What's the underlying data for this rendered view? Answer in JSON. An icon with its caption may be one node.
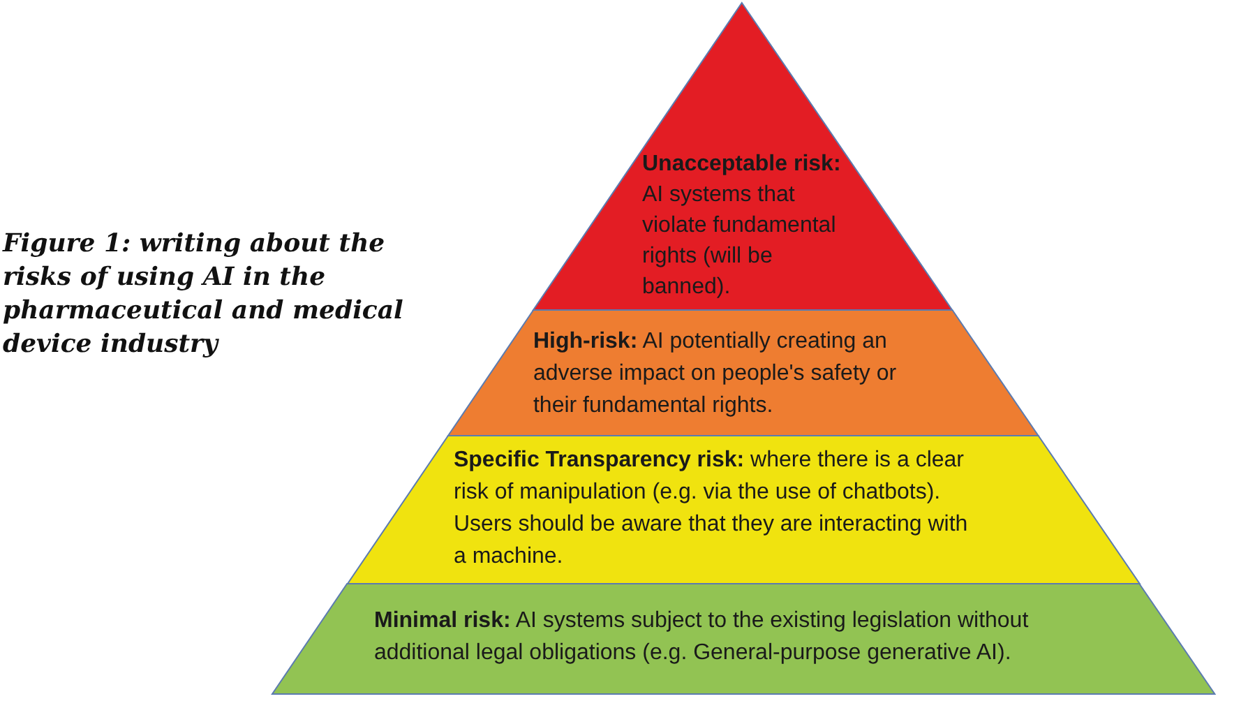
{
  "diagram": {
    "caption": "Figure 1: writing about the risks of using AI in the pharmaceutical and medical device industry",
    "nodes": [
      {
        "text": [
          "**Unacceptable risk:** AI systems that violate fundamental rights (will be banned)."
        ]
      },
      {
        "text": [
          "**High-risk:** AI potentially creating an adverse impact on people's safety or their fundamental rights."
        ]
      },
      {
        "text": [
          "**Specific Transparency risk:** where there is a clear risk of manipulation (e.g. via the use of chatbots). Users should be aware that they are interacting with a machine."
        ]
      },
      {
        "text": [
          "**Minimal risk:** AI systems subject to the existing legislation without additional legal obligations (e.g. General-purpose generative AI)."
        ]
      }
    ]
  }
}
